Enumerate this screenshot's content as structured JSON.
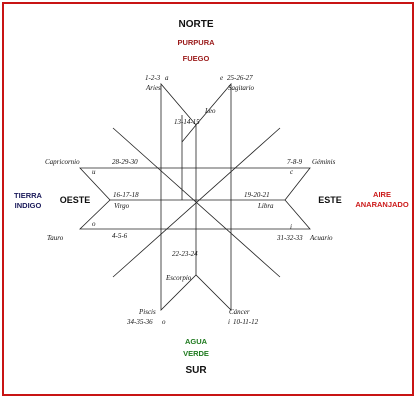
{
  "directions": {
    "north": {
      "label": "NORTE",
      "color_label": "PURPURA",
      "element": "FUEGO",
      "color_label_display": "PURPURA"
    },
    "south": {
      "label": "SUR",
      "color_label": "VERDE",
      "element": "AGUA"
    },
    "west": {
      "label": "OESTE",
      "element": "TIERRA",
      "color_label": "INDIGO"
    },
    "east": {
      "label": "ESTE",
      "element": "AIRE",
      "color_label": "ANARANJADO"
    }
  },
  "colors": {
    "frame": "#c81414",
    "fire": "#9a1a1a",
    "water": "#1f7a1f",
    "earth_line1": "#1a1a5a",
    "earth_line2": "#1a1a5a",
    "air": "#cc1a1a",
    "lines": "#222222"
  },
  "signs": {
    "aries": {
      "name": "Aries",
      "glyph": "a",
      "numbers": "1-2-3"
    },
    "sagitario": {
      "name": "Sagitario",
      "glyph": "e",
      "numbers": "25-26-27"
    },
    "leo": {
      "name": "Leo",
      "glyph": "",
      "numbers": "13-14-15"
    },
    "capricornio": {
      "name": "Capricornio",
      "glyph": "u",
      "numbers": "28-29-30"
    },
    "virgo": {
      "name": "Virgo",
      "glyph": "",
      "numbers": "16-17-18"
    },
    "tauro": {
      "name": "Tauro",
      "glyph": "o",
      "numbers": "4-5-6"
    },
    "geminis": {
      "name": "Géminis",
      "glyph": "c",
      "numbers": "7-8-9"
    },
    "libra": {
      "name": "Libra",
      "glyph": "",
      "numbers": "19-20-21"
    },
    "acuario": {
      "name": "Acuario",
      "glyph": "i",
      "numbers": "31-32-33"
    },
    "escorpio": {
      "name": "Escorpio",
      "glyph": "",
      "numbers": "22-23-24"
    },
    "piscis": {
      "name": "Piscis",
      "glyph": "o",
      "numbers": "34-35-36"
    },
    "cancer": {
      "name": "Cáncer",
      "glyph": "i",
      "numbers": "10-11-12"
    }
  }
}
